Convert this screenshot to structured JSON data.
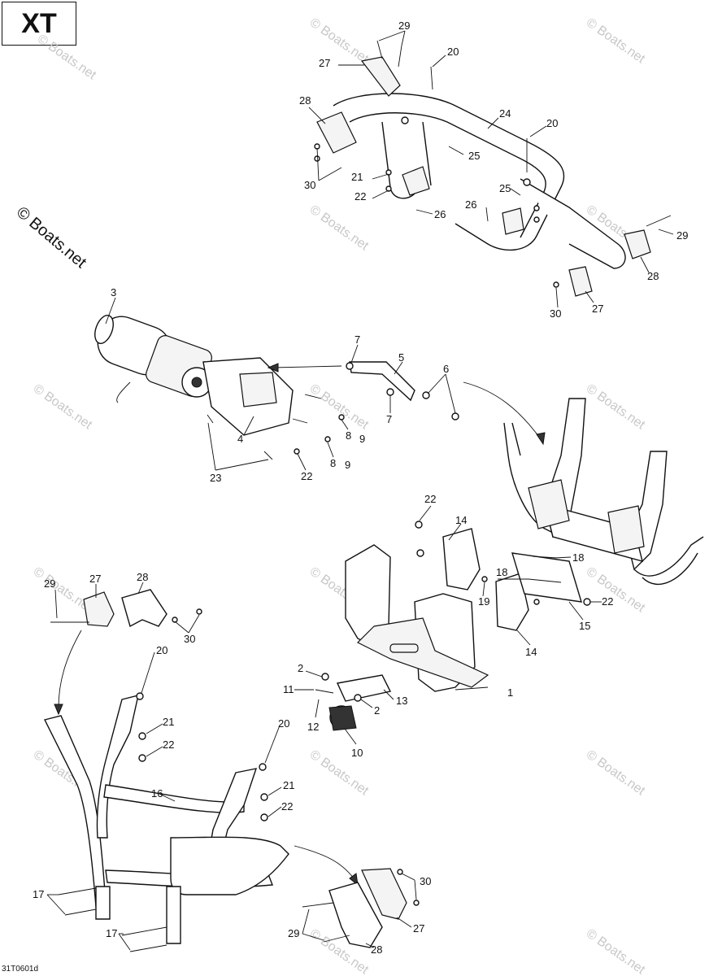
{
  "model_label": "XT",
  "copyright": "© Boats.net",
  "watermark": "© Boats.net",
  "drawing_code": "31T0601d",
  "callouts": [
    "1",
    "2",
    "2",
    "3",
    "4",
    "5",
    "6",
    "7",
    "7",
    "8",
    "8",
    "9",
    "9",
    "10",
    "11",
    "12",
    "13",
    "14",
    "14",
    "15",
    "16",
    "17",
    "17",
    "18",
    "18",
    "19",
    "20",
    "20",
    "20",
    "20",
    "21",
    "21",
    "21",
    "22",
    "22",
    "22",
    "22",
    "22",
    "22",
    "23",
    "24",
    "25",
    "25",
    "26",
    "26",
    "27",
    "27",
    "27",
    "27",
    "28",
    "28",
    "28",
    "28",
    "29",
    "29",
    "29",
    "29",
    "30",
    "30",
    "30",
    "30"
  ]
}
